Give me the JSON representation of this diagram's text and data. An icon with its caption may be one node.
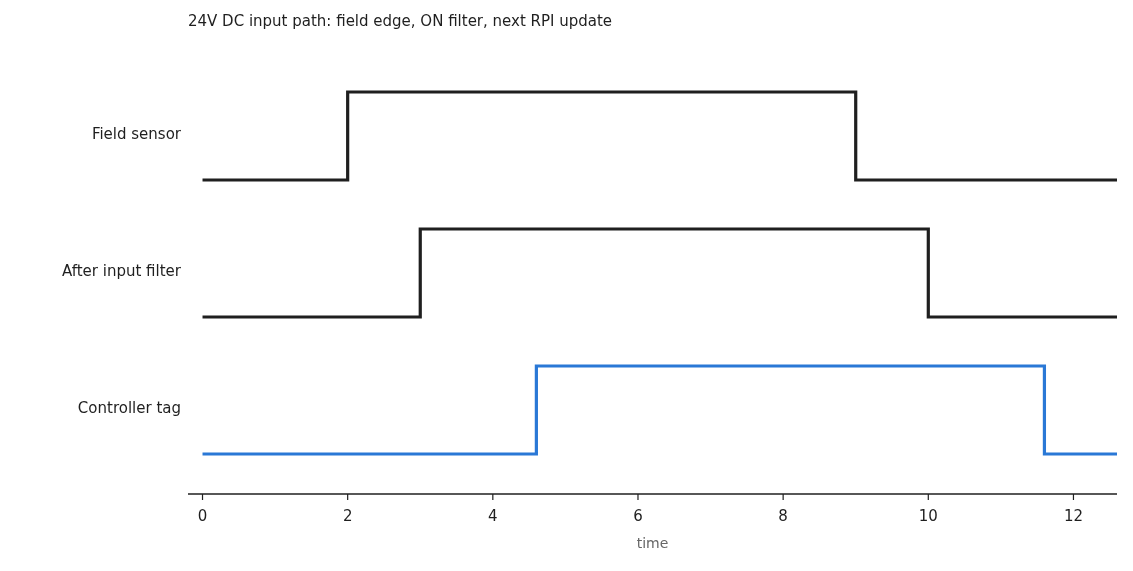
{
  "diagram": {
    "title": "24V DC input path: field edge, ON filter, next RPI update",
    "labels": [
      "Field sensor",
      "After input filter",
      "Controller tag",
      "0",
      "2",
      "4",
      "6",
      "8",
      "10",
      "12",
      "time"
    ]
  }
}
